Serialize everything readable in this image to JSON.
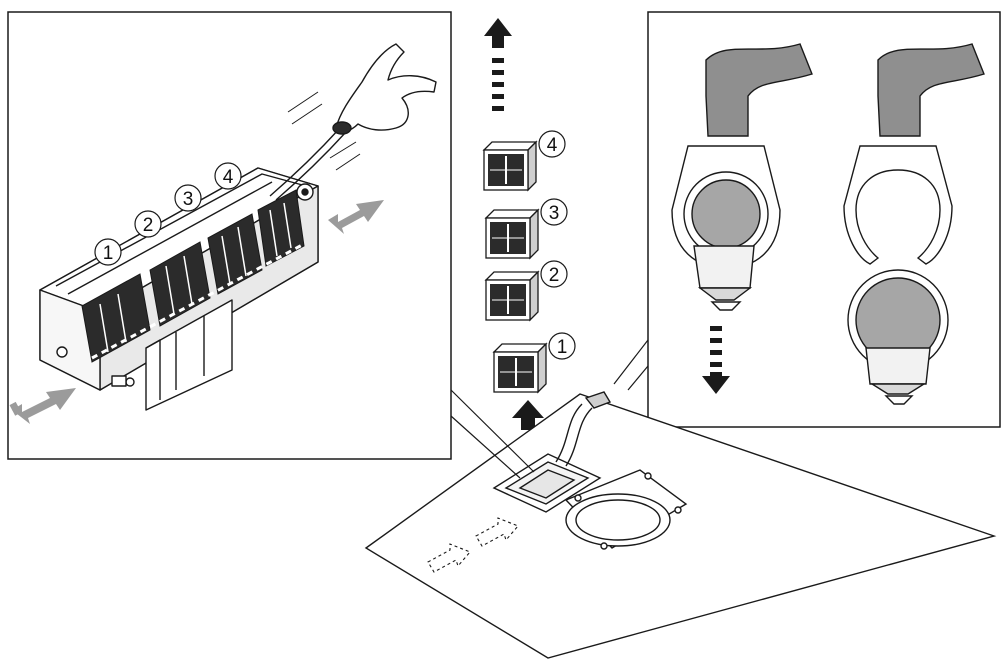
{
  "colors": {
    "line": "#1a1a1a",
    "flow_arrow": "#9b9b9b",
    "hose": "#8f8f8f",
    "cap": "#a6a6a6",
    "filter_dark": "#2b2b2b",
    "filter_light": "#ffffff"
  },
  "filter_stack": [
    {
      "number": "4"
    },
    {
      "number": "3"
    },
    {
      "number": "2"
    },
    {
      "number": "1"
    }
  ],
  "housing_numbers": [
    {
      "number": "1"
    },
    {
      "number": "2"
    },
    {
      "number": "3"
    },
    {
      "number": "4"
    }
  ],
  "icons": [
    "pull-up-arrow",
    "insert-arrow",
    "pull-down-arrow",
    "airflow-arrow",
    "hand-icon"
  ]
}
